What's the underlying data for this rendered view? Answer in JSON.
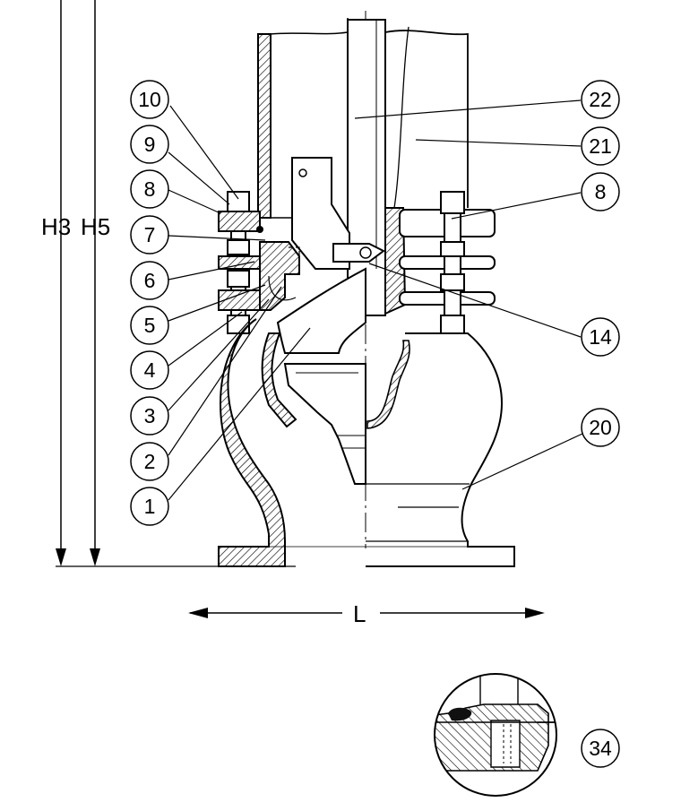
{
  "dimensions": {
    "h3": "H3",
    "h5": "H5",
    "l": "L"
  },
  "callouts_left": [
    "10",
    "9",
    "8",
    "7",
    "6",
    "5",
    "4",
    "3",
    "2",
    "1"
  ],
  "callouts_right": [
    "22",
    "21",
    "8",
    "14",
    "20"
  ],
  "detail_callout": "34",
  "colors": {
    "line": "#000000",
    "background": "#ffffff",
    "seal": "#111111"
  }
}
